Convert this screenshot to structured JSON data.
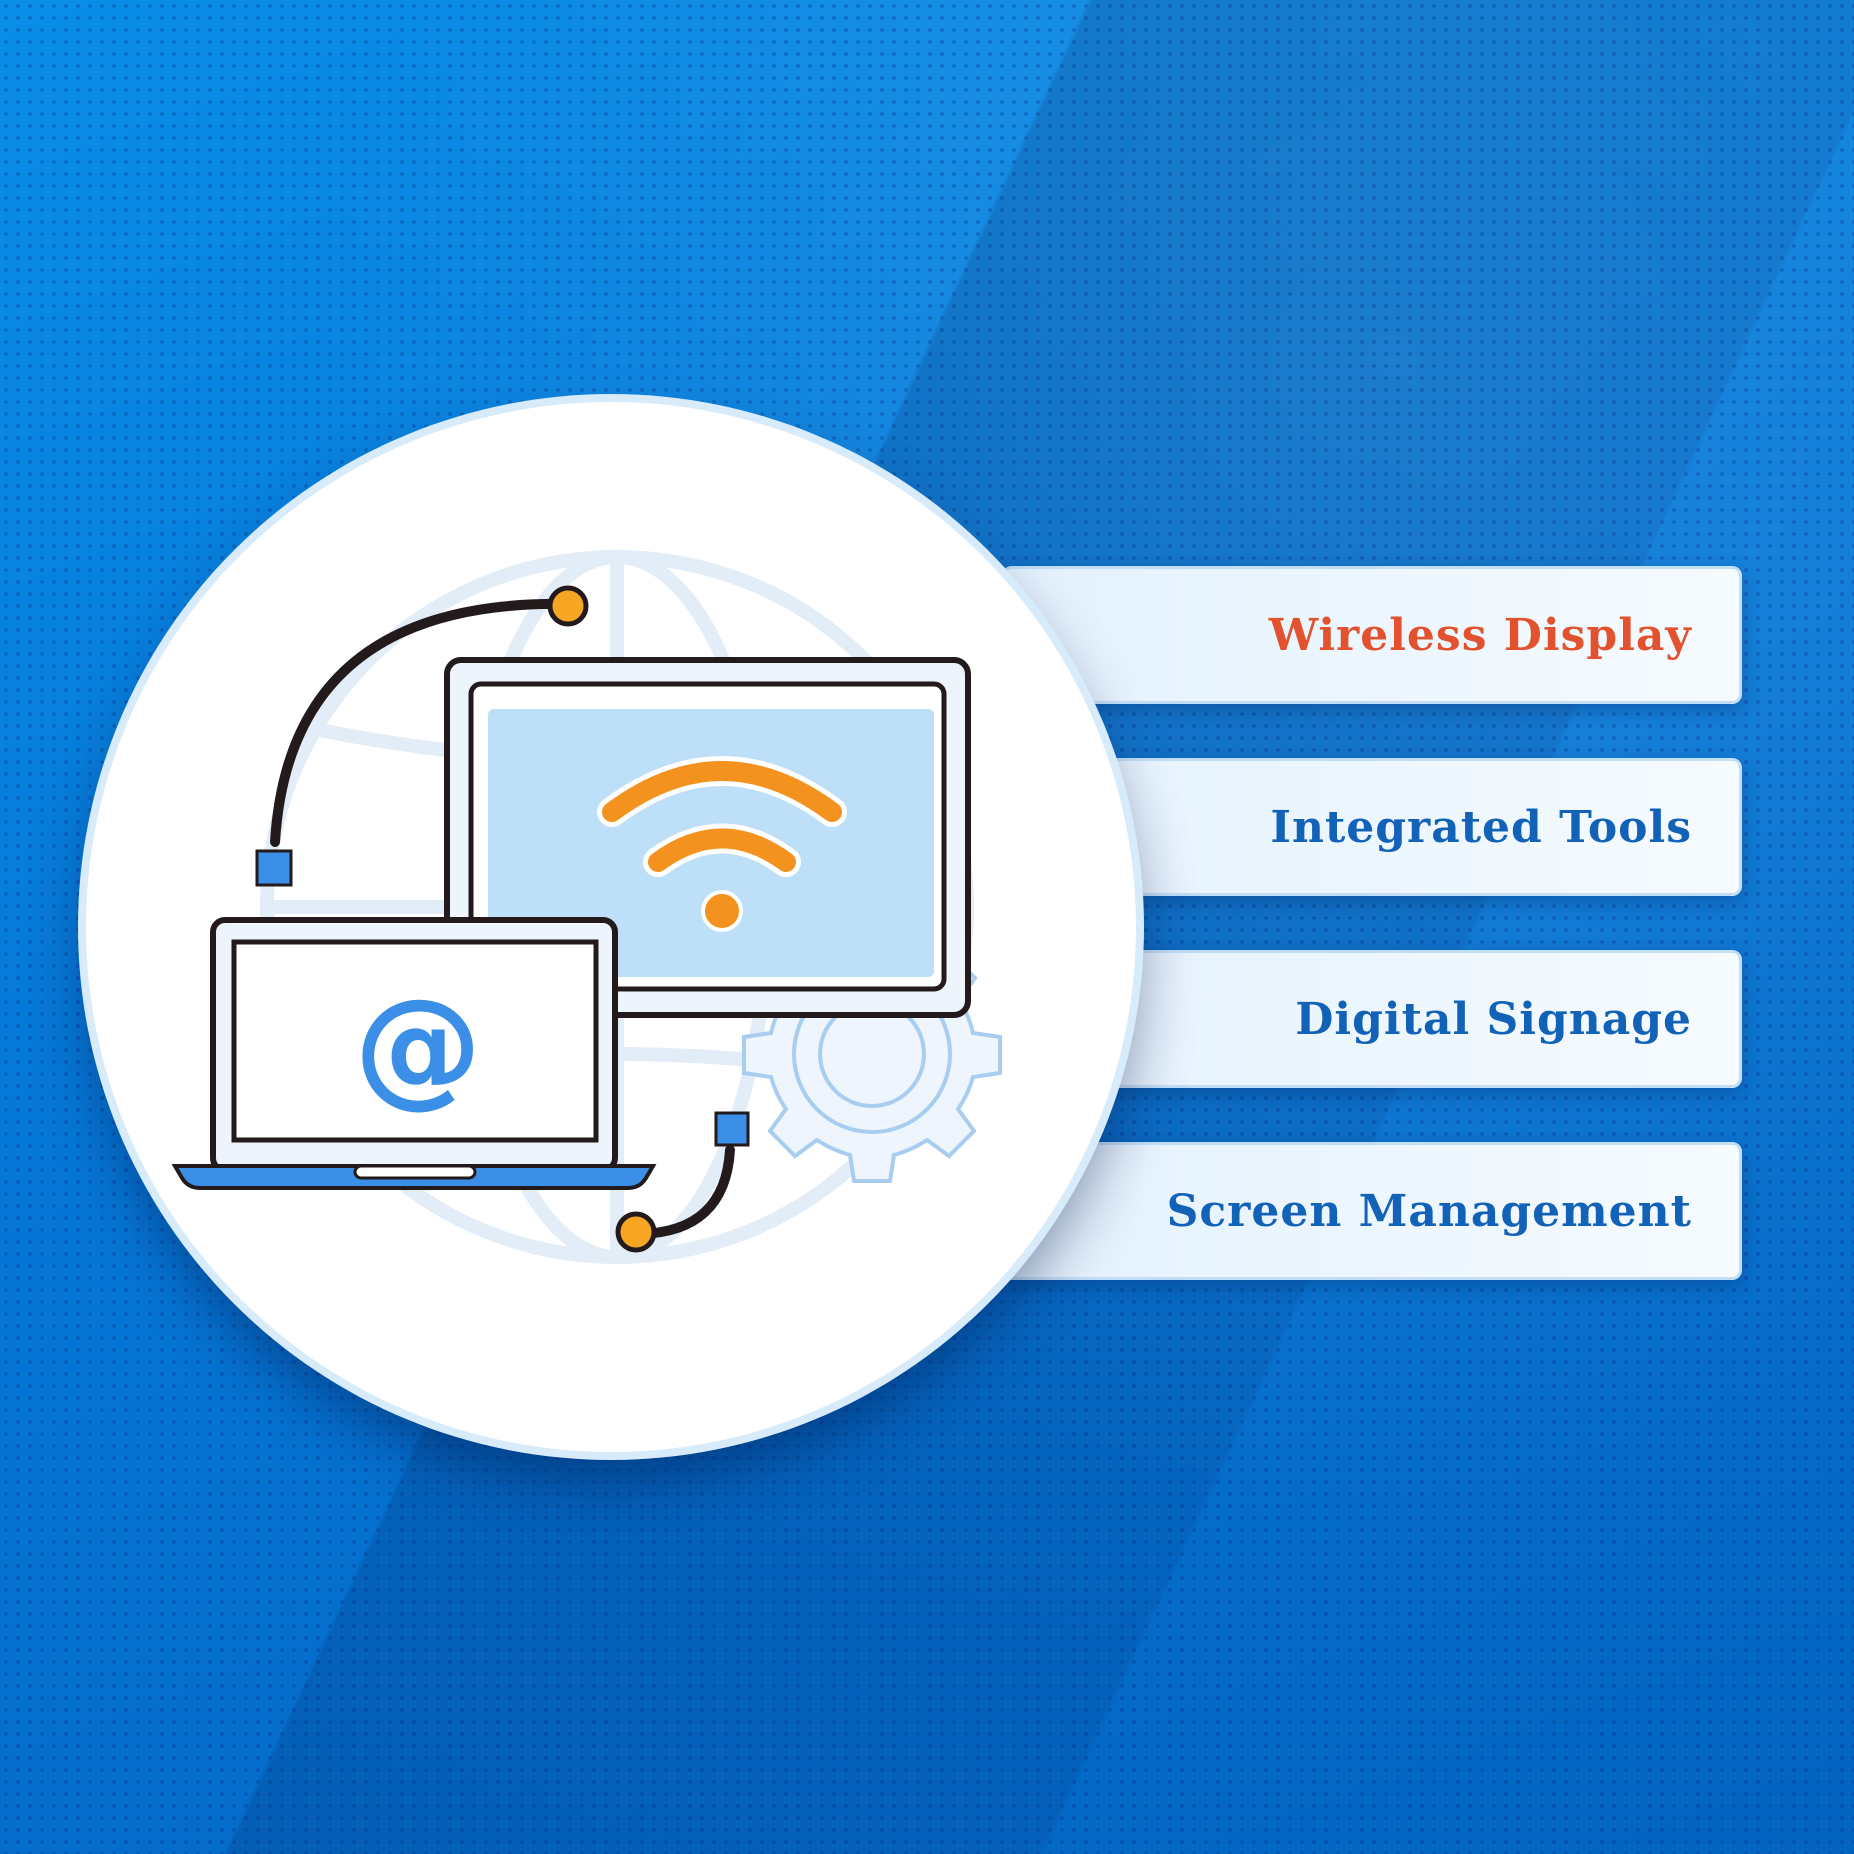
{
  "features": [
    {
      "label": "Wireless Display",
      "active": true
    },
    {
      "label": "Integrated Tools",
      "active": false
    },
    {
      "label": "Digital Signage",
      "active": false
    },
    {
      "label": "Screen Management",
      "active": false
    }
  ],
  "illustration": {
    "laptop_symbol": "@",
    "icons": [
      "globe-icon",
      "gear-icon",
      "wifi-icon",
      "at-sign-icon",
      "laptop-icon",
      "monitor-icon"
    ]
  },
  "colors": {
    "background": "#0678d8",
    "active_label": "#e2522e",
    "label": "#1262b8",
    "wifi": "#f3921f",
    "connector_node": "#f6a623",
    "accent_blue": "#3b8fe6"
  }
}
